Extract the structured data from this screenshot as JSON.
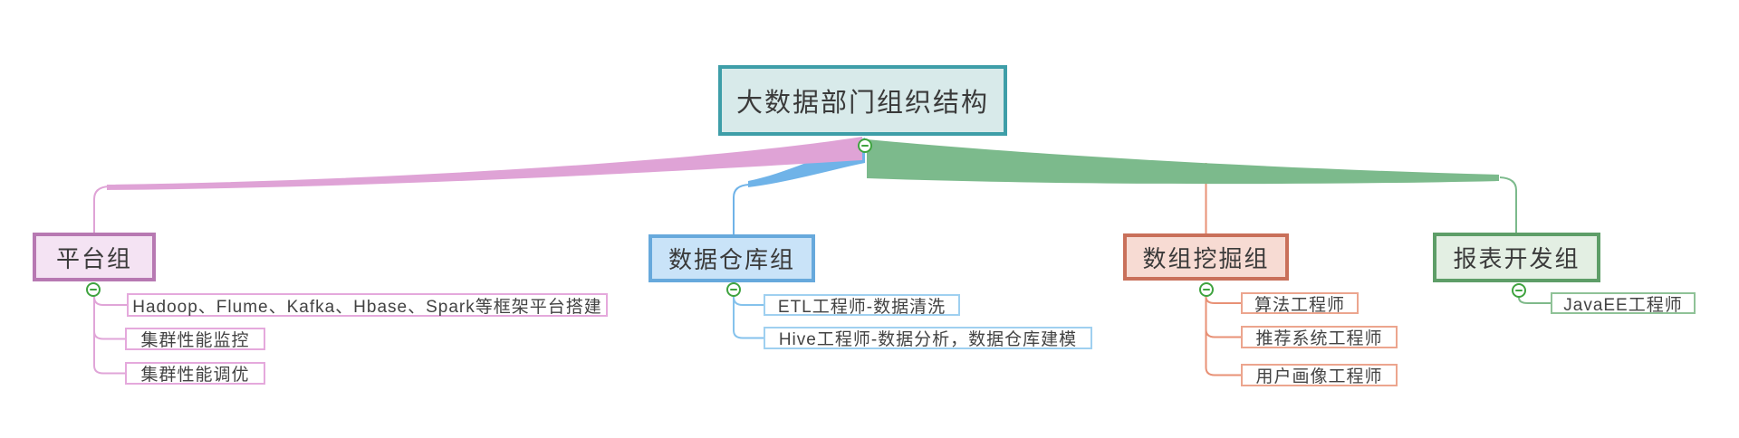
{
  "diagram": {
    "title": "大数据部门组织结构",
    "root": {
      "label": "大数据部门组织结构",
      "border_color": "#3E9EA8",
      "fill_color": "#D8EAEA"
    },
    "branches": [
      {
        "id": "platform",
        "label": "平台组",
        "border_color": "#B779B2",
        "fill_color": "#F4E3F3",
        "line_color": "#DFA3D6",
        "children": [
          "Hadoop、Flume、Kafka、Hbase、Spark等框架平台搭建",
          "集群性能监控",
          "集群性能调优"
        ]
      },
      {
        "id": "warehouse",
        "label": "数据仓库组",
        "border_color": "#67A9DC",
        "fill_color": "#C9E3F8",
        "line_color": "#6FB3E8",
        "children": [
          "ETL工程师-数据清洗",
          "Hive工程师-数据分析，数据仓库建模"
        ]
      },
      {
        "id": "mining",
        "label": "数组挖掘组",
        "border_color": "#C9705A",
        "fill_color": "#F7DBD3",
        "line_color": "#E89176",
        "children": [
          "算法工程师",
          "推荐系统工程师",
          "用户画像工程师"
        ]
      },
      {
        "id": "report",
        "label": "报表开发组",
        "border_color": "#5E9E68",
        "fill_color": "#E3EFE3",
        "line_color": "#7FB98A",
        "children": [
          "JavaEE工程师"
        ]
      }
    ],
    "collapse_button": {
      "icon": "minus-icon",
      "ring_color": "#3FA33F",
      "count": 5
    }
  }
}
